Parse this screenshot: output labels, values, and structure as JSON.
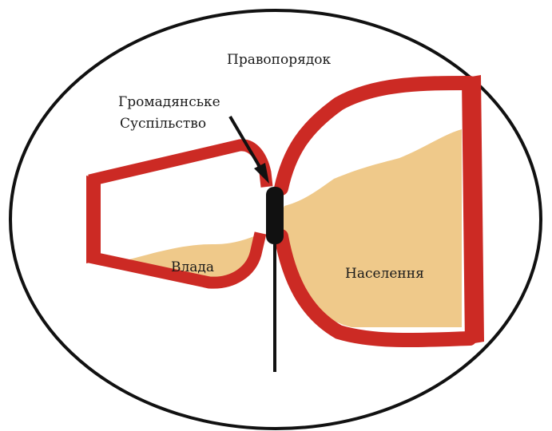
{
  "diagram": {
    "outer_label": "Правопорядок",
    "pointer_label_line1": "Громадянське",
    "pointer_label_line2": "Суспільство",
    "left_chamber_label": "Влада",
    "right_chamber_label": "Населення"
  },
  "colors": {
    "vessel": "#cc2a24",
    "fill": "#efc98a",
    "outline": "#111111",
    "background": "#ffffff"
  }
}
